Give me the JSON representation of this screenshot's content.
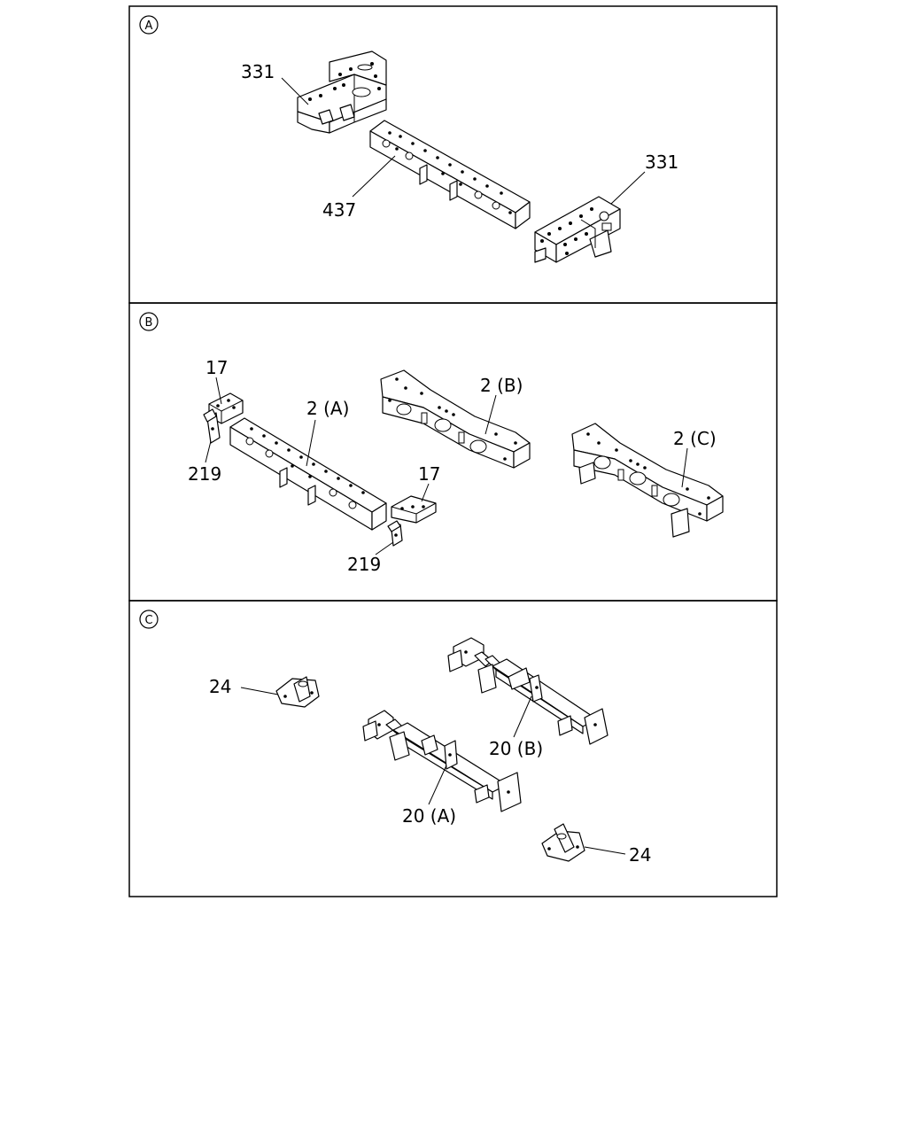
{
  "sections": [
    {
      "letter": "A",
      "callouts": [
        "331",
        "437",
        "331"
      ]
    },
    {
      "letter": "B",
      "callouts": [
        "17",
        "2 (A)",
        "2 (B)",
        "2 (C)",
        "219",
        "17",
        "219"
      ]
    },
    {
      "letter": "C",
      "callouts": [
        "24",
        "20 (B)",
        "20 (A)",
        "24"
      ]
    }
  ]
}
